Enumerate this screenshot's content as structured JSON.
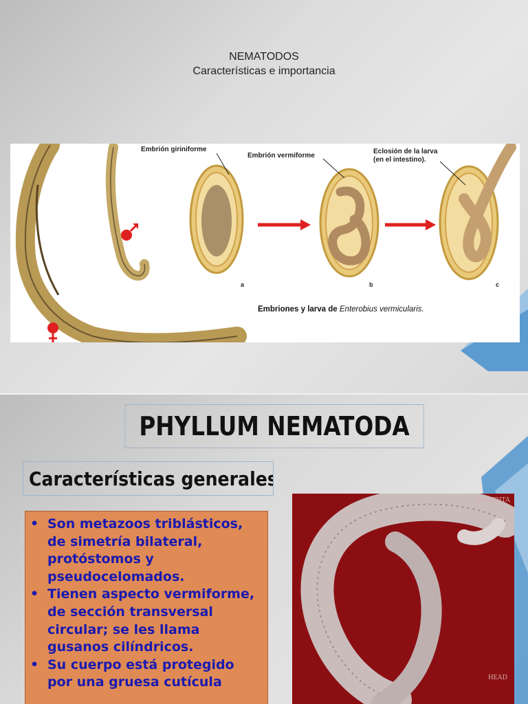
{
  "slide1": {
    "title_line1": "NEMATODOS",
    "title_line2": "Características e importancia",
    "figure": {
      "label_a_top": "Embrión giriniforme",
      "label_b_top": "Embrión vermiforme",
      "label_c_top_1": "Eclosión de la larva",
      "label_c_top_2": "(en el intestino).",
      "letter_a": "a",
      "letter_b": "b",
      "letter_c": "c",
      "caption_prefix": "Embriones y larva de ",
      "caption_species": "Enterobius vermicularis."
    }
  },
  "slide2": {
    "title": "PHYLLUM NEMATODA",
    "subtitle": "Características generales:",
    "bullets": [
      "Son metazoos triblásticos, de simetría bilateral, protóstomos y pseudocelomados.",
      "Tienen aspecto vermiforme, de sección transversal circular; se les llama gusanos cilíndricos.",
      "Su cuerpo está protegido por una gruesa cutícula"
    ],
    "photo": {
      "watermark": "BodyFRITA",
      "label": "HEAD"
    }
  },
  "colors": {
    "box_fill": "#e08b55",
    "bullet_text": "#1a1ab0",
    "photo_bg": "#8b0f12",
    "arrow": "#e02020",
    "accent_blue": "#4a8fc8"
  }
}
